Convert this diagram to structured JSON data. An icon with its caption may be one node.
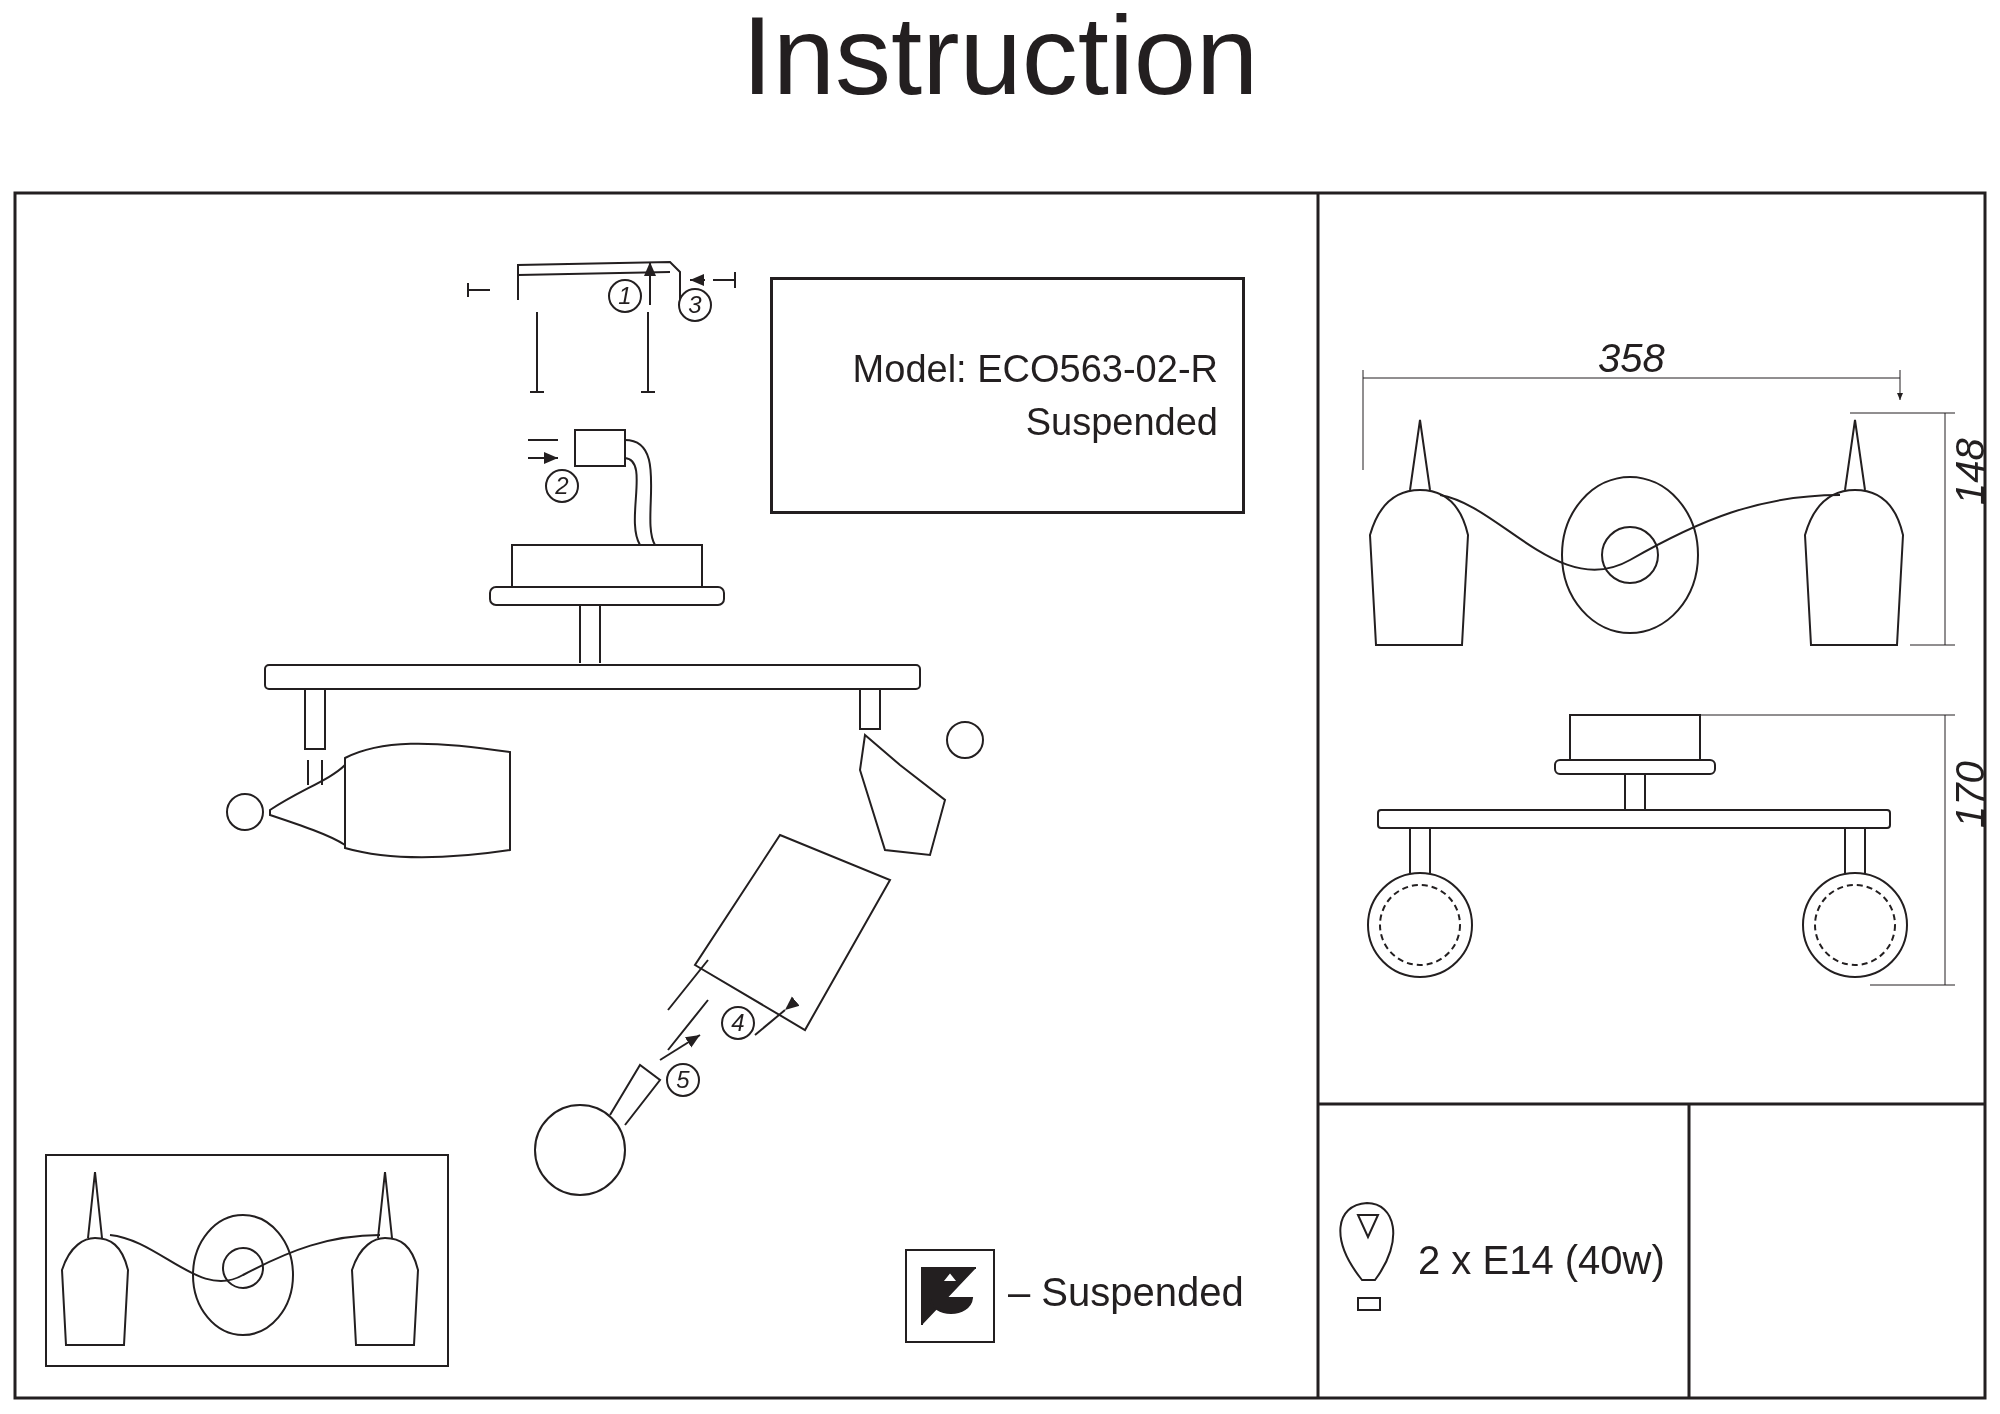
{
  "diagram": {
    "title": "Instruction",
    "nodes": [
      {
        "text": [
          "Model: ECO563-02-R",
          "Suspended"
        ]
      }
    ],
    "labels": [
      "1",
      "3",
      "2",
      "4",
      "5",
      "358",
      "148",
      "170",
      "– Suspended",
      "2 x E14 (40w)"
    ]
  }
}
